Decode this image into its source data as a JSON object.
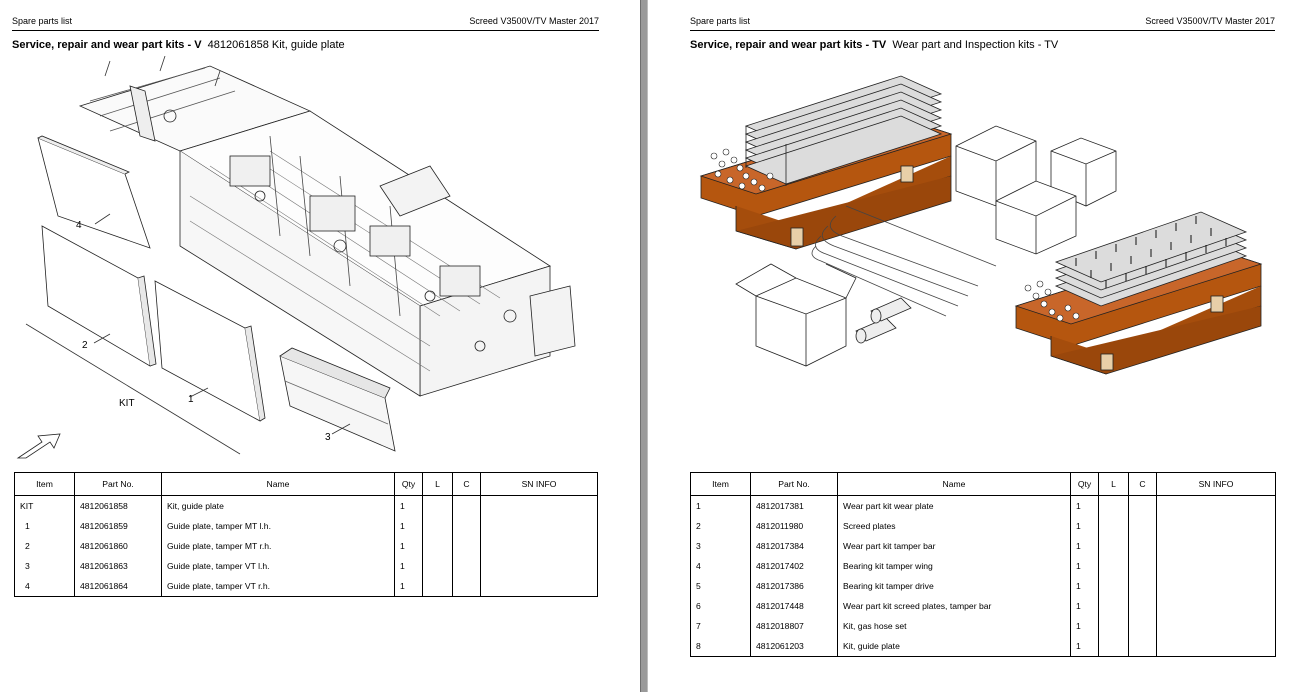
{
  "left": {
    "header_left": "Spare parts list",
    "header_right": "Screed V3500V/TV Master 2017",
    "title_bold": "Service, repair and wear part kits - V",
    "title_rest": "4812061858 Kit, guide plate",
    "callouts": {
      "c1": "1",
      "c2": "2",
      "c3": "3",
      "c4": "4",
      "kit": "KIT"
    },
    "table": {
      "headers": [
        "Item",
        "Part No.",
        "Name",
        "Qty",
        "L",
        "C",
        "SN INFO"
      ],
      "rows": [
        [
          "KIT",
          "4812061858",
          "Kit, guide plate",
          "1",
          "",
          "",
          ""
        ],
        [
          "1",
          "4812061859",
          "Guide plate, tamper MT l.h.",
          "1",
          "",
          "",
          ""
        ],
        [
          "2",
          "4812061860",
          "Guide plate, tamper MT r.h.",
          "1",
          "",
          "",
          ""
        ],
        [
          "3",
          "4812061863",
          "Guide plate, tamper VT l.h.",
          "1",
          "",
          "",
          ""
        ],
        [
          "4",
          "4812061864",
          "Guide plate, tamper VT r.h.",
          "1",
          "",
          "",
          ""
        ]
      ]
    }
  },
  "right": {
    "header_left": "Spare parts list",
    "header_right": "Screed V3500V/TV Master 2017",
    "title_bold": "Service, repair and wear part kits - TV",
    "title_rest": "Wear part and Inspection kits - TV",
    "table": {
      "headers": [
        "Item",
        "Part No.",
        "Name",
        "Qty",
        "L",
        "C",
        "SN INFO"
      ],
      "rows": [
        [
          "1",
          "4812017381",
          "Wear part kit wear plate",
          "1",
          "",
          "",
          ""
        ],
        [
          "2",
          "4812011980",
          "Screed plates",
          "1",
          "",
          "",
          ""
        ],
        [
          "3",
          "4812017384",
          "Wear part kit tamper bar",
          "1",
          "",
          "",
          ""
        ],
        [
          "4",
          "4812017402",
          "Bearing kit tamper wing",
          "1",
          "",
          "",
          ""
        ],
        [
          "5",
          "4812017386",
          "Bearing kit tamper drive",
          "1",
          "",
          "",
          ""
        ],
        [
          "6",
          "4812017448",
          "Wear part kit screed plates, tamper bar",
          "1",
          "",
          "",
          ""
        ],
        [
          "7",
          "4812018807",
          "Kit, gas hose set",
          "1",
          "",
          "",
          ""
        ],
        [
          "8",
          "4812061203",
          "Kit, guide plate",
          "1",
          "",
          "",
          ""
        ]
      ]
    }
  },
  "colors": {
    "pallet_wood": "#b5560f",
    "divider": "#9a9a9a"
  }
}
